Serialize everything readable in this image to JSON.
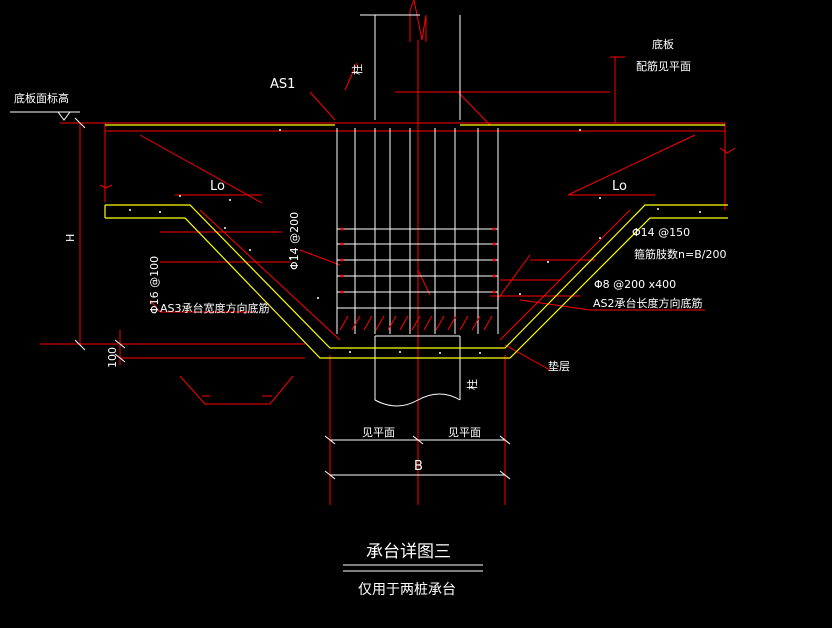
{
  "labels": {
    "bottom_slab_elevation": "底板面标高",
    "as1": "AS1",
    "column_top": "柱",
    "column_bottom": "柱",
    "slab_rebar_line1": "底板",
    "slab_rebar_line2": "配筋见平面",
    "lo_left": "Lo",
    "lo_right": "Lo",
    "h_dim": "H",
    "rebar_vertical_center": "Φ14 @200",
    "rebar_vertical_left": "Φ16 @100",
    "rebar_right_1": "Φ14 @150",
    "rebar_right_2": "箍筋肢数n=B/200",
    "rebar_right_3": "Φ8 @200 x400",
    "as3_note": "AS3承台宽度方向底筋",
    "as2_note": "AS2承台长度方向底筋",
    "cushion": "垫层",
    "dim_100": "100",
    "see_plan_left": "见平面",
    "see_plan_right": "见平面",
    "b_dim": "B",
    "title": "承台详图三",
    "subtitle": "仅用于两桩承台"
  },
  "colors": {
    "background": "#000000",
    "red": "#ff0000",
    "yellow": "#ffff00",
    "white": "#ffffff",
    "cyan": "#00ffff"
  }
}
